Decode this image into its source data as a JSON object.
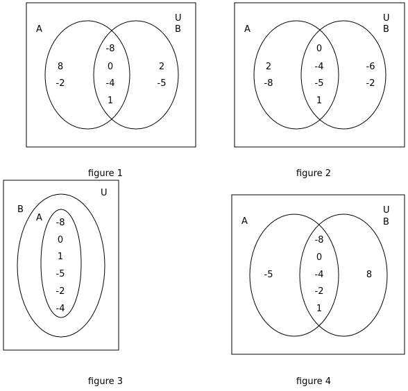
{
  "figures": [
    {
      "caption": "figure 1",
      "universe": "U",
      "set_a": "A",
      "set_b": "B",
      "only_a": [
        "8",
        "-2"
      ],
      "both": [
        "-8",
        "0",
        "-4",
        "1"
      ],
      "only_b": [
        "2",
        "-5"
      ]
    },
    {
      "caption": "figure 2",
      "universe": "U",
      "set_a": "A",
      "set_b": "B",
      "only_a": [
        "2",
        "-8"
      ],
      "both": [
        "0",
        "-4",
        "-5",
        "1"
      ],
      "only_b": [
        "-6",
        "-2"
      ]
    },
    {
      "caption": "figure 3",
      "universe": "U",
      "outer_set": "B",
      "inner_set": "A",
      "inner": [
        "-8",
        "0",
        "1",
        "-5",
        "-2",
        "-4"
      ]
    },
    {
      "caption": "figure 4",
      "universe": "U",
      "set_a": "A",
      "set_b": "B",
      "only_a": [
        "-5"
      ],
      "both": [
        "-8",
        "0",
        "-4",
        "-2",
        "1"
      ],
      "only_b": [
        "8"
      ]
    }
  ]
}
